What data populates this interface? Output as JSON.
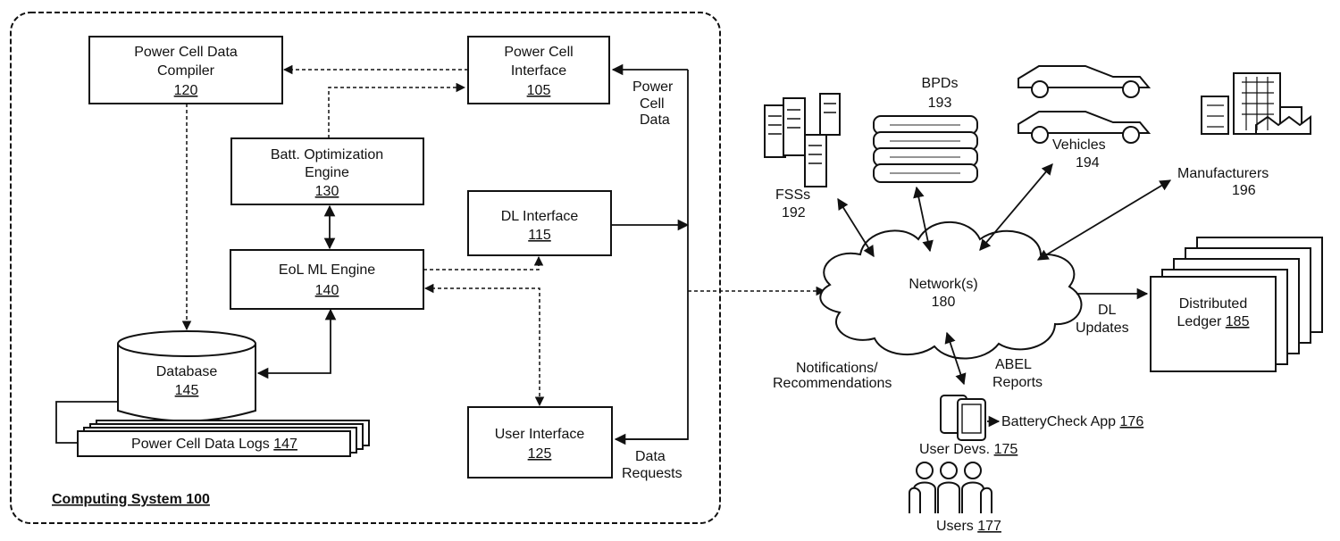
{
  "computing_system": {
    "title": "Computing System 100"
  },
  "components": {
    "compiler": {
      "line1": "Power Cell Data",
      "line2": "Compiler",
      "ref": "120"
    },
    "power_cell_interface": {
      "line1": "Power Cell",
      "line2": "Interface",
      "ref": "105"
    },
    "optimization_engine": {
      "line1": "Batt. Optimization",
      "line2": "Engine",
      "ref": "130"
    },
    "dl_interface": {
      "line1": "DL Interface",
      "ref": "115"
    },
    "eol_engine": {
      "line1": "EoL ML Engine",
      "ref": "140"
    },
    "database": {
      "line1": "Database",
      "ref": "145"
    },
    "data_logs": {
      "text": "Power Cell Data Logs",
      "ref": "147"
    },
    "user_interface": {
      "line1": "User Interface",
      "ref": "125"
    }
  },
  "flow_labels": {
    "power_cell_data": [
      "Power",
      "Cell",
      "Data"
    ],
    "data_requests": [
      "Data",
      "Requests"
    ],
    "dl_updates": [
      "DL",
      "Updates"
    ],
    "notifications": [
      "Notifications/",
      "Recommendations"
    ],
    "abel_reports": [
      "ABEL",
      "Reports"
    ]
  },
  "network": {
    "line1": "Network(s)",
    "ref": "180"
  },
  "entities": {
    "bpds": {
      "name": "BPDs",
      "ref": "193"
    },
    "fsss": {
      "name": "FSSs",
      "ref": "192"
    },
    "vehicles": {
      "name": "Vehicles",
      "ref": "194"
    },
    "manufacturers": {
      "name": "Manufacturers",
      "ref": "196"
    },
    "ledger": {
      "line1": "Distributed",
      "line2": "Ledger",
      "ref": "185"
    },
    "user_devices": {
      "name": "User Devs.",
      "ref": "175"
    },
    "app": {
      "name": "BatteryCheck App",
      "ref": "176"
    },
    "users": {
      "name": "Users",
      "ref": "177"
    }
  }
}
